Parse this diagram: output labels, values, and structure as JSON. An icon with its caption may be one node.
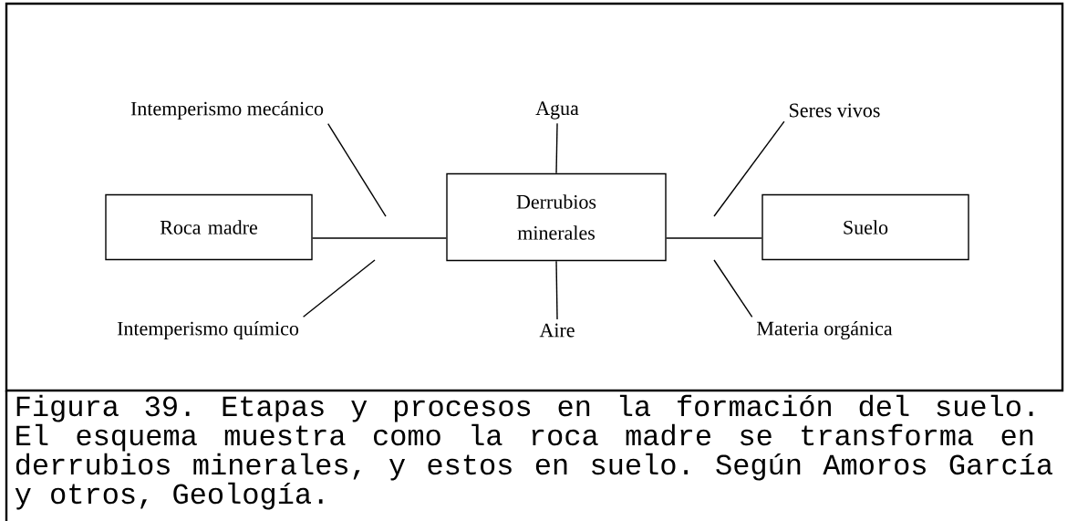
{
  "diagram": {
    "caption": "Figura 39. Etapas y procesos en la formación del suelo. El esquema muestra como la roca madre se transforma en derrubios minerales, y estos en suelo. Según Amoros García y otros, Geología.",
    "nodes": [
      {
        "text": [
          "Roca madre"
        ]
      },
      {
        "text": [
          "Derrubios minerales"
        ]
      },
      {
        "text": [
          "Suelo"
        ]
      },
      {
        "text": [
          "Intemperismo mecánico"
        ]
      },
      {
        "text": [
          "Agua"
        ]
      },
      {
        "text": [
          "Seres vivos"
        ]
      },
      {
        "text": [
          "Intemperismo químico"
        ]
      },
      {
        "text": [
          "Aire"
        ]
      },
      {
        "text": [
          "Materia orgánica"
        ]
      }
    ],
    "edges": [
      {
        "from": 0,
        "to": 1,
        "arrow": "none"
      },
      {
        "from": 1,
        "to": 2,
        "arrow": "none"
      },
      {
        "from": 3,
        "to": null,
        "arrow": "none"
      },
      {
        "from": 4,
        "to": 1,
        "arrow": "none"
      },
      {
        "from": 5,
        "to": null,
        "arrow": "none"
      },
      {
        "from": 6,
        "to": null,
        "arrow": "none"
      },
      {
        "from": 7,
        "to": 1,
        "arrow": "none"
      },
      {
        "from": 8,
        "to": null,
        "arrow": "none"
      }
    ]
  }
}
